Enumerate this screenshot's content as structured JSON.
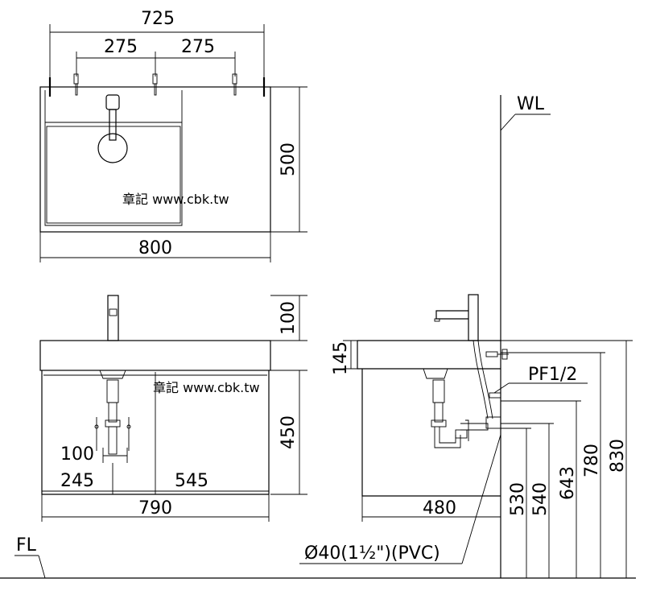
{
  "top_view": {
    "dim_total_width": "725",
    "dim_left_spacing": "275",
    "dim_right_spacing": "275",
    "dim_depth": "500",
    "dim_overall_width": "800",
    "watermark": "章記 www.cbk.tw"
  },
  "front_view": {
    "dim_faucet_height": "100",
    "dim_cabinet_height": "450",
    "dim_drain_offset": "100",
    "dim_left_to_drain": "245",
    "dim_drain_to_right": "545",
    "dim_cabinet_width": "790",
    "watermark": "章記 www.cbk.tw"
  },
  "side_view": {
    "wall_label": "WL",
    "floor_label": "FL",
    "dim_basin_thickness": "145",
    "supply_label": "PF1/2",
    "dim_cabinet_depth": "480",
    "drain_pipe_label": "Ø40(1½\")(PVC)",
    "heights": [
      "530",
      "540",
      "643",
      "780",
      "830"
    ]
  }
}
